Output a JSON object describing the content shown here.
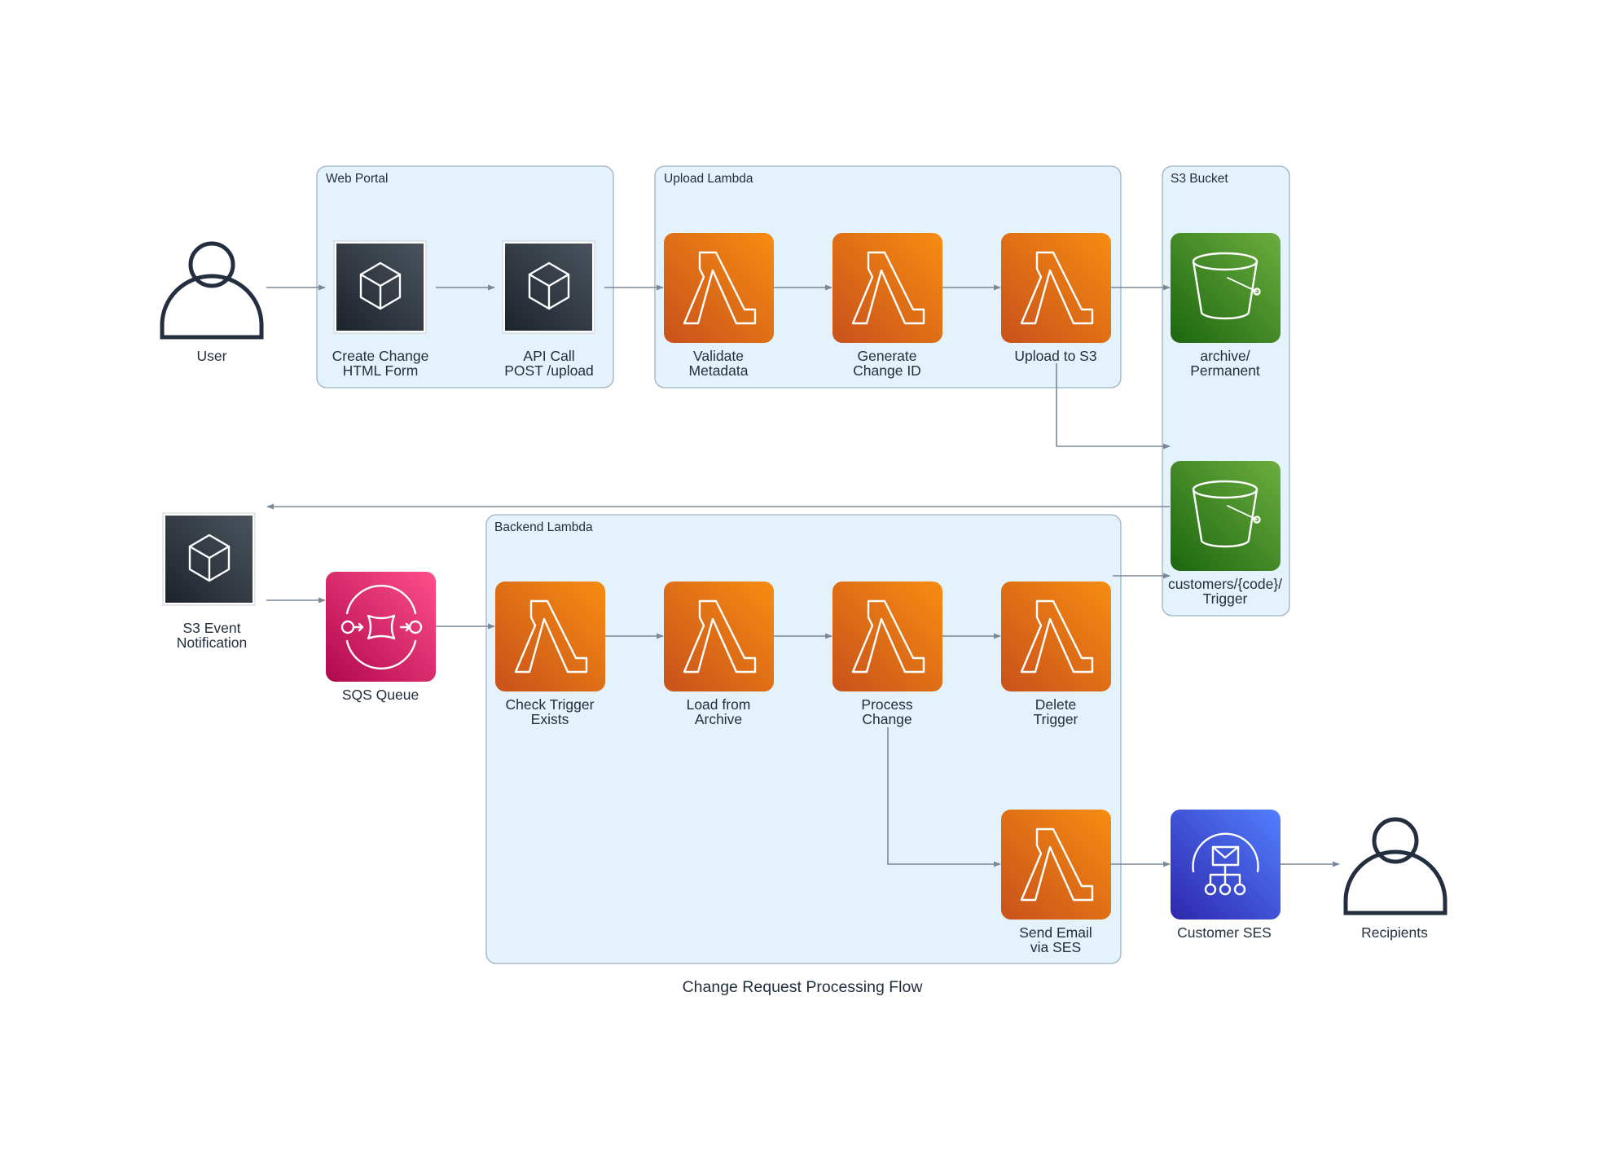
{
  "title": "Change Request Processing Flow",
  "colors": {
    "lambda": "#e8720f",
    "s3": "#3f8624",
    "sqs": "#d82867",
    "ses": "#3f4fdc",
    "generic": "#2d3540",
    "cluster_fill": "#e3f2fb",
    "cluster_border": "#9fb3c1",
    "edge": "#7b8896",
    "user": "#232f3e"
  },
  "clusters": {
    "web_portal": "Web Portal",
    "upload_lambda": "Upload Lambda",
    "s3_bucket": "S3 Bucket",
    "backend_lambda": "Backend Lambda"
  },
  "nodes": {
    "user": {
      "icon": "user-icon",
      "lines": [
        "User"
      ]
    },
    "create_form": {
      "icon": "cube-icon",
      "lines": [
        "Create Change",
        "HTML Form"
      ]
    },
    "api_call": {
      "icon": "cube-icon",
      "lines": [
        "API Call",
        "POST /upload"
      ]
    },
    "validate": {
      "icon": "lambda-icon",
      "lines": [
        "Validate",
        "Metadata"
      ]
    },
    "generate": {
      "icon": "lambda-icon",
      "lines": [
        "Generate",
        "Change ID"
      ]
    },
    "upload": {
      "icon": "lambda-icon",
      "lines": [
        "Upload to S3"
      ]
    },
    "archive": {
      "icon": "bucket-icon",
      "lines": [
        "archive/",
        "Permanent"
      ]
    },
    "trigger": {
      "icon": "bucket-icon",
      "lines": [
        "customers/{code}/",
        "Trigger"
      ]
    },
    "s3_event": {
      "icon": "cube-icon",
      "lines": [
        "S3 Event",
        "Notification"
      ]
    },
    "sqs": {
      "icon": "sqs-queue-icon",
      "lines": [
        "SQS Queue"
      ]
    },
    "check": {
      "icon": "lambda-icon",
      "lines": [
        "Check Trigger",
        "Exists"
      ]
    },
    "load": {
      "icon": "lambda-icon",
      "lines": [
        "Load from",
        "Archive"
      ]
    },
    "process": {
      "icon": "lambda-icon",
      "lines": [
        "Process",
        "Change"
      ]
    },
    "delete": {
      "icon": "lambda-icon",
      "lines": [
        "Delete",
        "Trigger"
      ]
    },
    "send_email": {
      "icon": "lambda-icon",
      "lines": [
        "Send Email",
        "via SES"
      ]
    },
    "customer_ses": {
      "icon": "ses-email-icon",
      "lines": [
        "Customer SES"
      ]
    },
    "recipients": {
      "icon": "user-icon",
      "lines": [
        "Recipients"
      ]
    }
  }
}
